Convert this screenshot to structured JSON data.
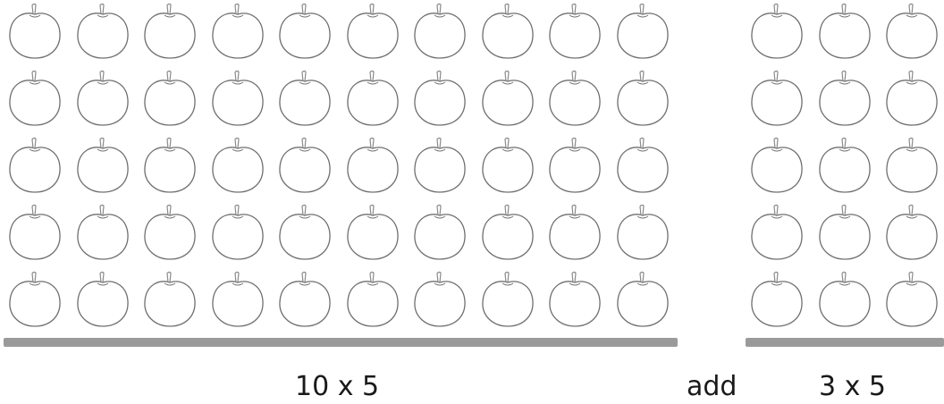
{
  "groups": [
    {
      "id": "left-group",
      "columns": 10,
      "rows": 5,
      "label": "10 x 5"
    },
    {
      "id": "right-group",
      "columns": 3,
      "rows": 5,
      "label": "3 x 5"
    }
  ],
  "operator_label": "add",
  "colors": {
    "apple_outline": "#6f6f6f",
    "stem": "#8a8a8a",
    "bar": "#9a9a9a",
    "text": "#1a1a1a"
  },
  "icon": "apple-icon"
}
